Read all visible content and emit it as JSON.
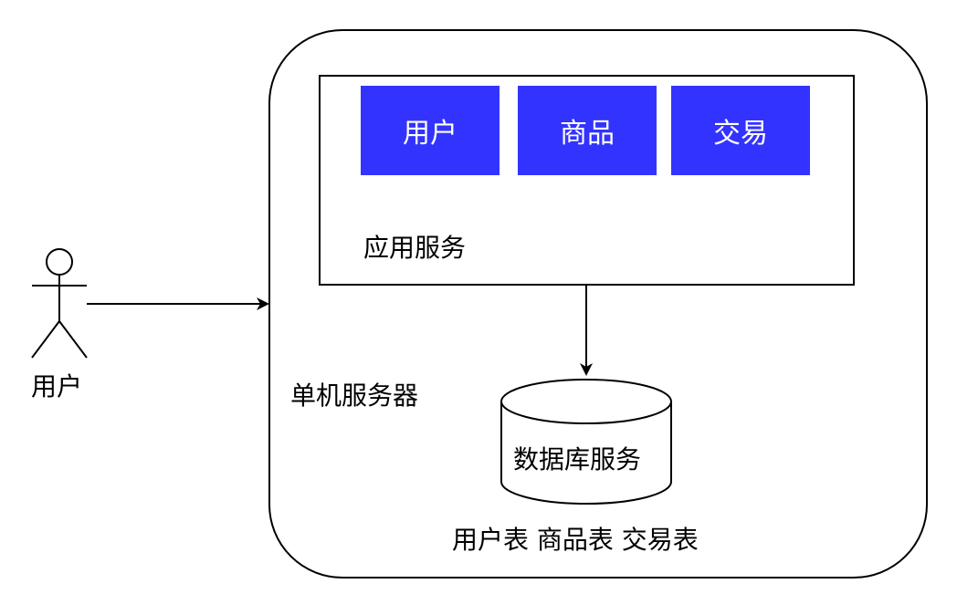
{
  "actor": {
    "label": "用户"
  },
  "server": {
    "label": "单机服务器"
  },
  "app_service": {
    "label": "应用服务",
    "modules": [
      {
        "label": "用户"
      },
      {
        "label": "商品"
      },
      {
        "label": "交易"
      }
    ]
  },
  "database": {
    "label": "数据库服务",
    "tables_label": "用户表 商品表 交易表"
  },
  "colors": {
    "module_fill": "#3333ff",
    "module_text": "#ffffff",
    "stroke": "#000000"
  }
}
